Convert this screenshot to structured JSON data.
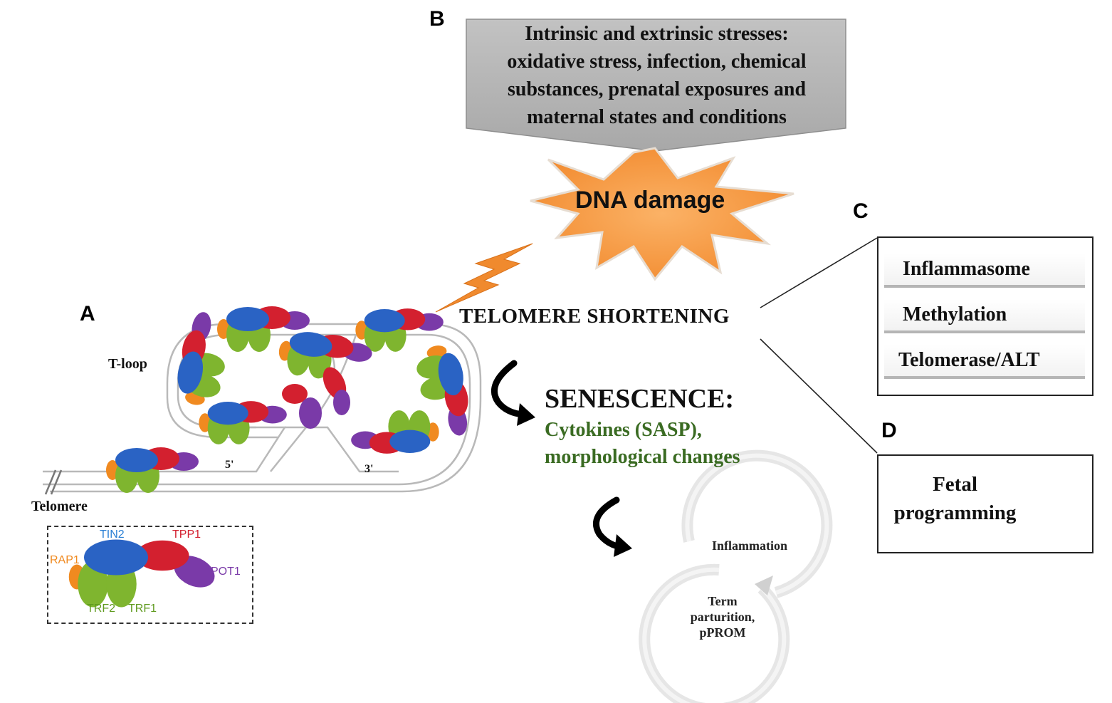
{
  "panels": {
    "a": "A",
    "b": "B",
    "c": "C",
    "d": "D"
  },
  "stresses": {
    "lines": [
      "Intrinsic  and extrinsic stresses:",
      "oxidative stress, infection,  chemical",
      "substances, prenatal  exposures and",
      "maternal  states and  conditions"
    ]
  },
  "dna_damage": "DNA damage",
  "telomere_shortening": "TELOMERE  SHORTENING",
  "senescence": {
    "title": "SENESCENCE:",
    "line1": "Cytokines (SASP),",
    "line2": "morphological  changes"
  },
  "cycle": {
    "inflammation": "Inflammation",
    "term_line1": "Term",
    "term_line2": "parturition,",
    "term_line3": "pPROM"
  },
  "mechanisms": [
    "Inflammasome",
    "Methylation",
    "Telomerase/ALT"
  ],
  "fetal": {
    "line1": "Fetal",
    "line2": "programming",
    "mark": "?"
  },
  "telomere_labels": {
    "tloop": "T-loop",
    "telomere": "Telomere",
    "five_prime": "5'",
    "three_prime": "3'"
  },
  "shelterin": {
    "tin2": "TIN2",
    "tpp1": "TPP1",
    "rap1": "RAP1",
    "pot1": "POT1",
    "trf2": "TRF2",
    "trf1": "TRF1"
  },
  "colors": {
    "tin2": "#2a63c4",
    "tpp1": "#d3202f",
    "rap1": "#f08a20",
    "pot1": "#7a3aa8",
    "trf": "#7fb52f",
    "senescence_text": "#3a6b22",
    "stress_box": "#b3b3b3",
    "burst": "#f59a3c"
  }
}
